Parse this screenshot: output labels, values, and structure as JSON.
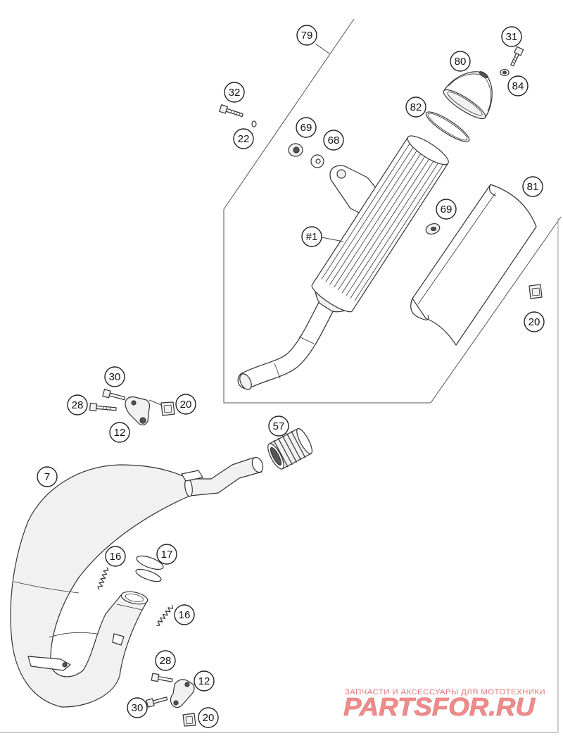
{
  "callouts": [
    "79",
    "31",
    "80",
    "84",
    "82",
    "32",
    "22",
    "69",
    "68",
    "81",
    "69",
    "#1",
    "20",
    "30",
    "28",
    "20",
    "12",
    "57",
    "7",
    "16",
    "17",
    "16",
    "28",
    "12",
    "30",
    "20"
  ],
  "watermark": {
    "tagline": "ЗАПЧАСТИ И АКСЕССУАРЫ ДЛЯ МОТОТЕХНИКИ",
    "brand": "PARTSFOR.RU"
  },
  "colors": {
    "line": "#333333",
    "watermark": "#f08c8c",
    "watermark_dark": "#e27a7a"
  }
}
